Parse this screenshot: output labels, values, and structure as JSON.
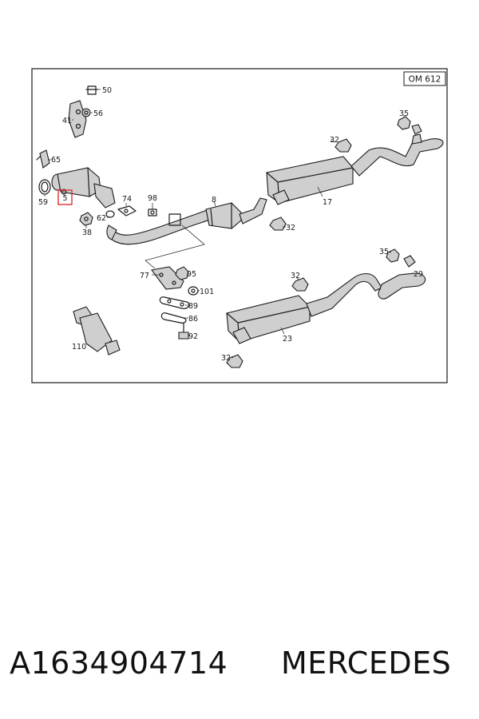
{
  "diagram": {
    "engine_code": "OM 612",
    "highlighted_part": "5",
    "highlight_color": "#e03030",
    "callouts": [
      "50",
      "56",
      "41",
      "65",
      "59",
      "5",
      "74",
      "98",
      "8",
      "62",
      "38",
      "35",
      "32",
      "17",
      "32",
      "95",
      "77",
      "101",
      "89",
      "86",
      "92",
      "110",
      "35",
      "32",
      "29",
      "23",
      "32"
    ]
  },
  "caption": {
    "part_number": "A1634904714",
    "brand": "MERCEDES"
  }
}
